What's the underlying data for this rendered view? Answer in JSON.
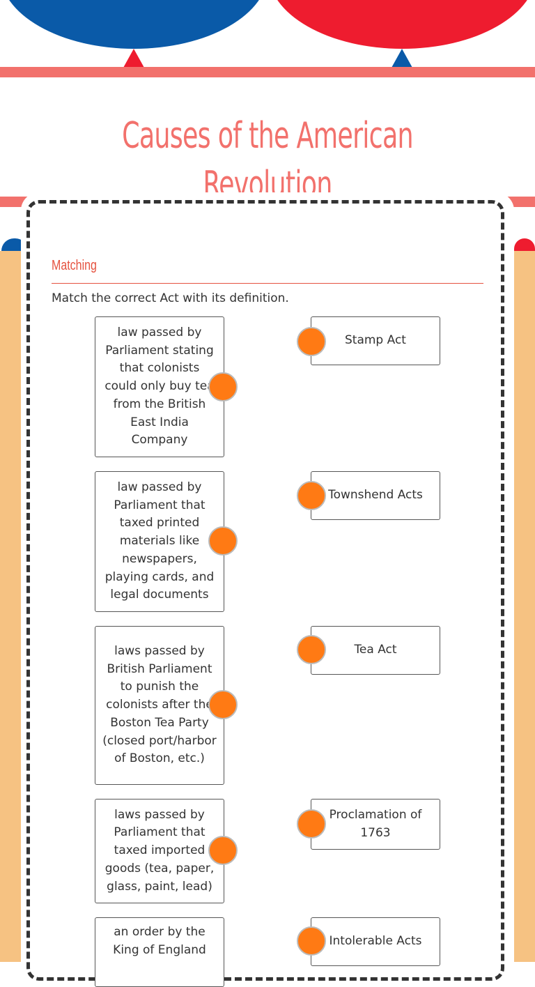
{
  "header": {
    "title": "Causes of the American Revolution"
  },
  "section": {
    "title": "Matching",
    "instructions": "Match the correct Act with its definition."
  },
  "definitions": [
    "law passed by Parliament stating that colonists could only buy tea from the British East India Company",
    "law passed by Parliament that taxed printed materials like newspapers, playing cards, and legal documents",
    "laws passed by British Parliament to punish the colonists after the Boston Tea Party (closed port/harbor of Boston, etc.)",
    "laws passed by Parliament that taxed imported goods (tea, paper, glass, paint, lead)",
    "an order by the King of England"
  ],
  "terms": [
    "Stamp Act",
    "Townshend Acts",
    "Tea Act",
    "Proclamation of 1763",
    "Intolerable Acts"
  ],
  "colors": {
    "brand_coral": "#f2716c",
    "balloon_blue": "#0a5aa8",
    "balloon_red": "#ee1c2f",
    "match_dot": "#ff7a14",
    "side_band": "#f6c282"
  }
}
